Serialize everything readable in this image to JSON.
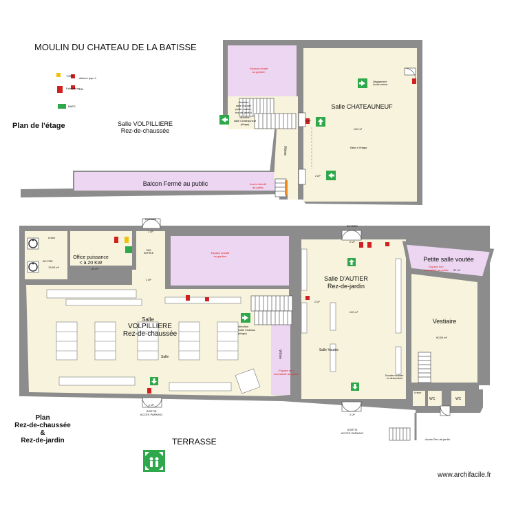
{
  "title": "MOULIN DU CHATEAU DE LA BATISSE",
  "legend": {
    "tgbt": "TGBT",
    "alarme": "Alarme type 4",
    "extincteurs": "Extincteurs",
    "dm": "DM",
    "baes": "BAES"
  },
  "etage": {
    "heading": "Plan de l'étage",
    "volpilliere": "Salle VOLPILLIERE",
    "volpilliere_sub": "Rez-de-chaussée",
    "prive": "Espace privatif",
    "prive_sub": "au gardien",
    "chateauneuf": "Salle CHATEAUNEUF",
    "chateauneuf_area": "120 m²",
    "salle_etage": "Salle à l'étage",
    "degagement": "Dégagement",
    "degagement_sub": "Accès cuisine",
    "direction1": "direction",
    "direction1_l2": "salle d'autier",
    "direction1_l3": "(salle voutée,",
    "direction1_l4": "rez-de-jardin)",
    "direction2": "direction",
    "direction2_l2": "salle Chateauneuf",
    "direction2_l3": "(étage)",
    "vitrine": "Vitrine",
    "balcon": "Balcon Fermé au public",
    "acces_interdit": "Accès interdit",
    "acces_interdit_sub": "au public",
    "up1": "2 UP",
    "up2": "2 UP"
  },
  "rdc": {
    "heading_l1": "Plan",
    "heading_l2": "Rez-de-chaussée",
    "heading_l3": "&",
    "heading_l4": "Rez-de-jardin",
    "entree1": "ENTREE",
    "up_entree1": "2 UP",
    "entree2": "ENTREE",
    "up_entree2": "2 UP",
    "office": "Office puissance",
    "office_sub": "< à 20 KW",
    "office_area": "24 m²",
    "wc_area": "15,90 m²",
    "urinoir": "Urinoir",
    "wc_pmr": "WC PMR",
    "sas": "SAS",
    "sas_sub": "ENTREE",
    "up_sas": "2 UP",
    "prive": "Espace privatif",
    "prive_sub": "au gardien",
    "volpilliere_a": "VOLPILLIERE",
    "volpilliere_b": "Rez-de-chaussée",
    "salle": "Salle",
    "salle_v": "Salle",
    "direction": "direction",
    "direction_l2": "Salle Chateau",
    "direction_l3": "(étage)",
    "vitrine": "Vitrine",
    "espace_non": "Espace non",
    "espace_non_sub": "accessible au public",
    "autier": "Salle D'AUTIER",
    "autier_sub": "Rez-de-jardin",
    "autier_area": "120 m²",
    "salle_voutee": "Salle Voutée",
    "escalier": "Escalier vestiaire",
    "escalier_sub": "en descendant",
    "up_autier": "2 UP",
    "petite": "Petite salle voutée",
    "petite_sub": "Espace non",
    "petite_sub2": "accessible au public",
    "petite_area": "37 m²",
    "vestiaire": "Vestiaire",
    "vestiaire_area": "60,50 m²",
    "urinoir2": "Urinoir",
    "wc1": "WC",
    "wc2": "WC",
    "sortie1": "SORTIE",
    "up_sortie1": "2 UP",
    "acces_parking1": "ACCES PARKING",
    "sortie2": "SORTIE",
    "up_sortie2": "2 UP",
    "acces_parking2": "ACCES PARKING",
    "acces_rdj": "Accès Rez-de-jardin",
    "terrasse": "TERRASSE"
  },
  "watermark": "www.archifacile.fr",
  "colors": {
    "wall": "#8c8c8c",
    "floor": "#f7f3dc",
    "private": "#ecd6f2",
    "exit": "#2ea84a",
    "red": "#e02020"
  }
}
